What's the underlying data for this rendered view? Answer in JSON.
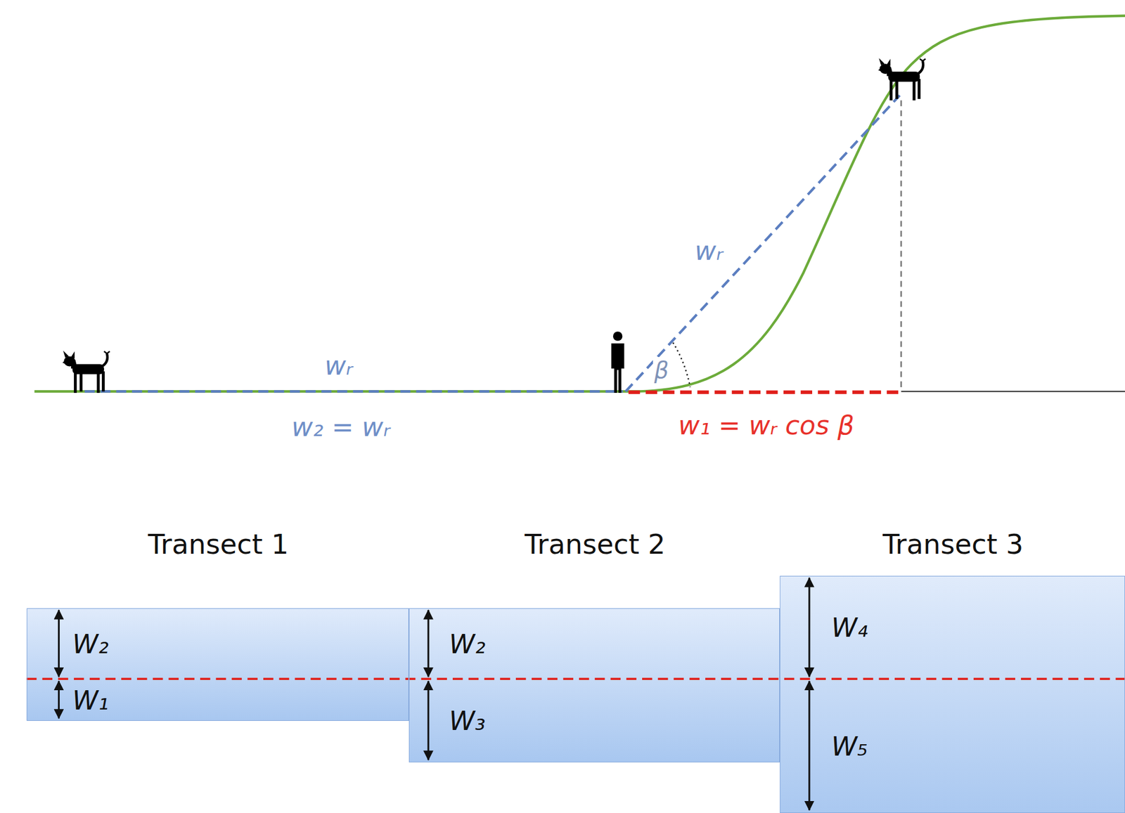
{
  "diagram": {
    "nodes": [
      {
        "text": [
          "Transect 1",
          "W₂",
          "W₁"
        ]
      },
      {
        "text": [
          "Transect 2",
          "W₂",
          "W₃"
        ]
      },
      {
        "text": [
          "Transect 3",
          "W₄",
          "W₅"
        ]
      }
    ],
    "labels": [
      "wᵣ",
      "wᵣ",
      "β",
      "w₂ = wᵣ",
      "w₁ = wᵣ cos β"
    ]
  }
}
